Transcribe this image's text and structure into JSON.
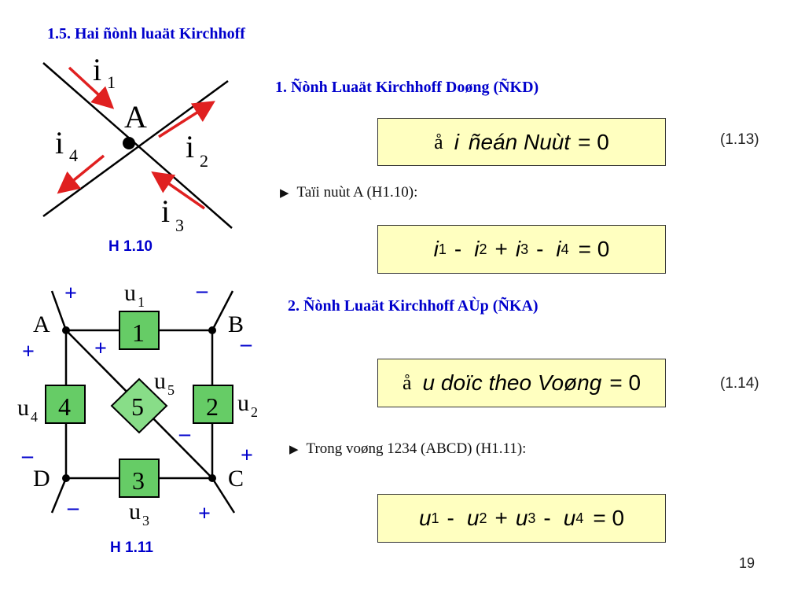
{
  "section_title": "1.5. Hai ñònh luaät Kirchhoff",
  "kcl": {
    "title": "1. Ñònh Luaät Kirchhoff Doøng (ÑKD)",
    "formula_sum": "å",
    "formula_i": "i",
    "formula_text": "ñeán Nuùt",
    "formula_eq": "= 0",
    "eq_number": "(1.13)",
    "bullet": "Taïi nuùt A (H1.10):",
    "example": {
      "t1": "i",
      "s1": "1",
      "op1": "-",
      "t2": "i",
      "s2": "2",
      "op2": "+",
      "t3": "i",
      "s3": "3",
      "op3": "-",
      "t4": "i",
      "s4": "4",
      "eq": "= 0"
    }
  },
  "kvl": {
    "title": "2. Ñònh Luaät Kirchhoff AÙp (ÑKA)",
    "formula_sum": "å",
    "formula_text": "u doïc theo Voøng",
    "formula_eq": "= 0",
    "eq_number": "(1.14)",
    "bullet": "Trong voøng 1234 (ABCD) (H1.11):",
    "example": {
      "t1": "u",
      "s1": "1",
      "op1": "-",
      "t2": "u",
      "s2": "2",
      "op2": "+",
      "t3": "u",
      "s3": "3",
      "op3": "-",
      "t4": "u",
      "s4": "4",
      "eq": "= 0"
    }
  },
  "fig1": {
    "caption": "H 1.10",
    "node": "A",
    "i1": "i",
    "i1_sub": "1",
    "i2": "i",
    "i2_sub": "2",
    "i3": "i",
    "i3_sub": "3",
    "i4": "i",
    "i4_sub": "4"
  },
  "fig2": {
    "caption": "H 1.11",
    "nodes": {
      "a": "A",
      "b": "B",
      "c": "C",
      "d": "D"
    },
    "elements": {
      "e1": "1",
      "e2": "2",
      "e3": "3",
      "e4": "4",
      "e5": "5"
    },
    "u1": "u",
    "u1_sub": "1",
    "u2": "u",
    "u2_sub": "2",
    "u3": "u",
    "u3_sub": "3",
    "u4": "u",
    "u4_sub": "4",
    "u5": "u",
    "u5_sub": "5",
    "plus": "+",
    "minus": "–"
  },
  "page_number": "19",
  "colors": {
    "heading": "#0000cc",
    "formula_box": "#ffffc0",
    "arrow": "#e02020",
    "element_fill": "#66cc66"
  }
}
